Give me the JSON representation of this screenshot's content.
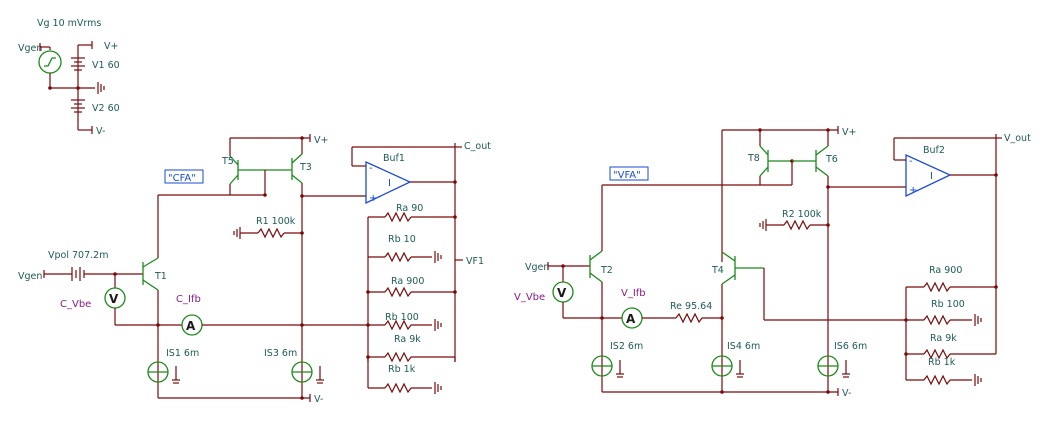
{
  "labels": {
    "vg": "Vg 10 mVrms",
    "vgen_top": "Vgen",
    "vplus_top": "V+",
    "v1": "V1 60",
    "v2": "V2 60",
    "vminus_top": "V-",
    "cfa_tag": "\"CFA\"",
    "vfa_tag": "\"VFA\"",
    "t5": "T5",
    "t3": "T3",
    "t1": "T1",
    "buf1": "Buf1",
    "c_out": "C_out",
    "vplus_cfa": "V+",
    "r1": "R1 100k",
    "vpol": "Vpol 707.2m",
    "vgen_cfa": "Vgen",
    "c_vbe": "C_Vbe",
    "c_ifb": "C_Ifb",
    "is1": "IS1 6m",
    "is3": "IS3 6m",
    "vminus_cfa": "V-",
    "ra90": "Ra 90",
    "rb10": "Rb 10",
    "vf1": "VF1",
    "ra900_c": "Ra 900",
    "rb100_c": "Rb 100",
    "ra9k_c": "Ra 9k",
    "rb1k_c": "Rb 1k",
    "t8": "T8",
    "t6": "T6",
    "t2": "T2",
    "t4": "T4",
    "buf2": "Buf2",
    "v_out": "V_out",
    "vplus_vfa": "V+",
    "r2": "R2 100k",
    "vgen_vfa": "Vgen",
    "v_vbe": "V_Vbe",
    "v_ifb": "V_Ifb",
    "re": "Re 95.64",
    "is2": "IS2 6m",
    "is4": "IS4 6m",
    "is6": "IS6 6m",
    "vminus_vfa": "V-",
    "ra900_v": "Ra 900",
    "rb100_v": "Rb 100",
    "ra9k_v": "Ra 9k",
    "rb1k_v": "Rb 1k"
  },
  "symbols": {
    "voltmeter": "V",
    "ammeter": "A",
    "buffer_cfa": "I",
    "buffer_vfa": "I",
    "plus": "+",
    "minus": "-"
  },
  "colors": {
    "wire": "#7a0a0a",
    "component": "#1a8a1a",
    "buffer": "#1a4bd6",
    "label": "#1f5a5a",
    "meter_label": "#8a1a8a"
  }
}
